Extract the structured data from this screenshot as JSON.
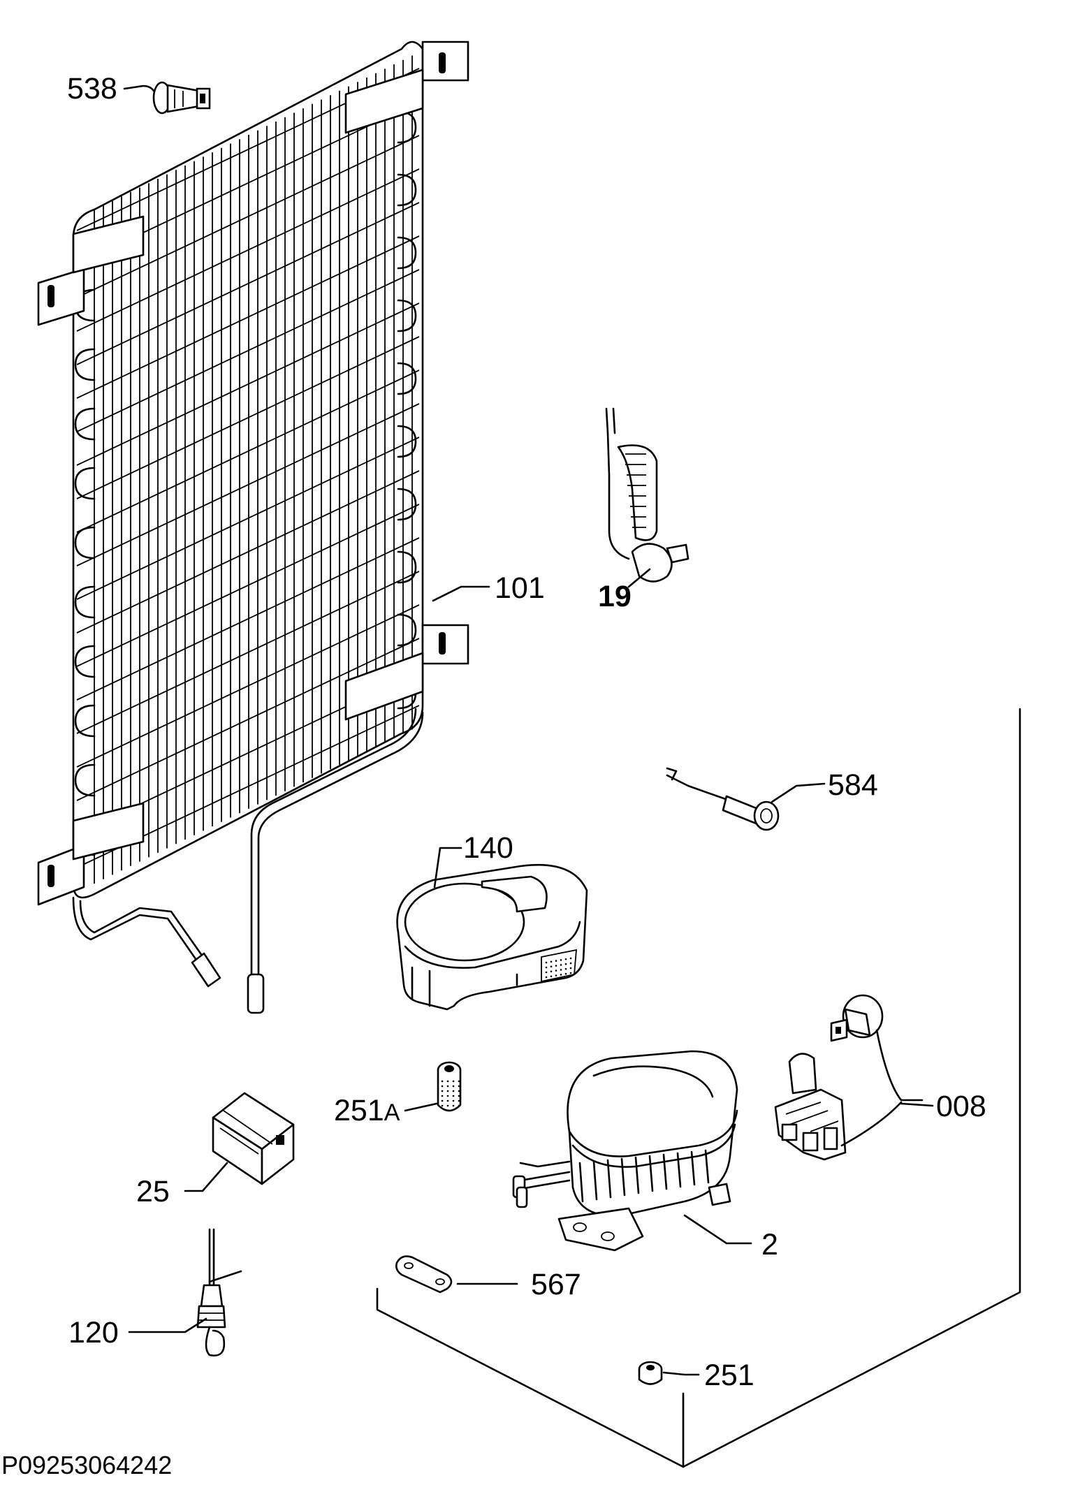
{
  "diagram": {
    "document_id": "P09253064242",
    "parts": [
      {
        "id": "538",
        "label": "538"
      },
      {
        "id": "101",
        "label": "101"
      },
      {
        "id": "19",
        "label": "19"
      },
      {
        "id": "584",
        "label": "584"
      },
      {
        "id": "140",
        "label": "140"
      },
      {
        "id": "251A",
        "label": "251",
        "label_suffix": "A"
      },
      {
        "id": "008",
        "label": "008"
      },
      {
        "id": "25",
        "label": "25"
      },
      {
        "id": "2",
        "label": "2"
      },
      {
        "id": "567",
        "label": "567"
      },
      {
        "id": "120",
        "label": "120"
      },
      {
        "id": "251",
        "label": "251"
      }
    ]
  }
}
